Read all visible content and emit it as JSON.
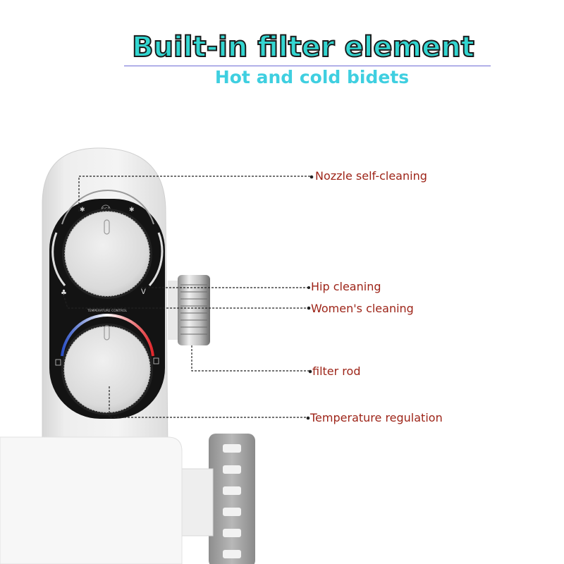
{
  "header": {
    "title": "Built-in filter element",
    "subtitle": "Hot and cold bidets"
  },
  "callouts": {
    "nozzle_self_cleaning": "Nozzle self-cleaning",
    "hip_cleaning": "Hip cleaning",
    "womens_cleaning": "Women's cleaning",
    "filter_rod": "filter rod",
    "temperature_regulation": "Temperature regulation"
  },
  "dial_labels": {
    "top_dial_marker": "OFF",
    "bottom_dial_marker": "TEMPERATURE CONTROL"
  },
  "colors": {
    "title_fill": "#33d6d1",
    "subtitle": "#3fcfe0",
    "callout_text": "#9d2418",
    "hot_arc": "#e0262b",
    "cold_arc": "#2a4fc4"
  }
}
